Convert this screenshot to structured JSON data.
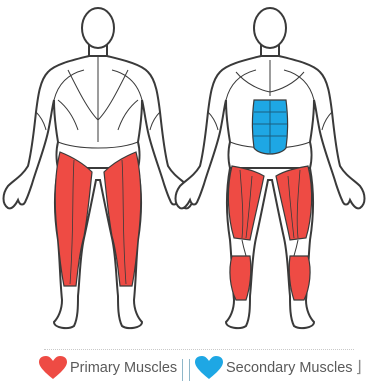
{
  "legend": {
    "primary_label": "Primary Muscles",
    "secondary_label": "Secondary Muscles"
  },
  "colors": {
    "primary": "#ee4b44",
    "secondary": "#1ea7e4",
    "outline": "#3a3a3a",
    "background": "#ffffff"
  },
  "figures": {
    "back_view": {
      "highlighted": [
        "hamstrings-left",
        "hamstrings-right"
      ]
    },
    "front_view": {
      "highlighted": [
        "abdominals",
        "quadriceps-left",
        "quadriceps-right",
        "calves-left",
        "calves-right"
      ]
    }
  }
}
